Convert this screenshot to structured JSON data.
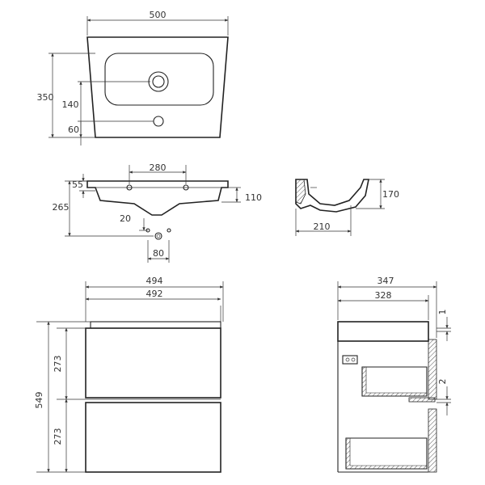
{
  "dimensions": {
    "basin_width": "500",
    "basin_depth": "350",
    "tap_to_back": "140",
    "waste_to_back": "60",
    "hole_spacing": "280",
    "top_thickness": "55",
    "bowl_depth": "110",
    "overall_height": "265",
    "waste_offset": "20",
    "waste_width": "80",
    "side_height": "170",
    "side_depth": "210",
    "cabinet_outer_width": "494",
    "cabinet_inner_width": "492",
    "cabinet_height": "549",
    "drawer_upper": "273",
    "drawer_lower": "273",
    "cabinet_depth_outer": "347",
    "cabinet_depth_inner": "328",
    "gap_top": "1",
    "gap_middle": "2"
  },
  "colors": {
    "line": "#222222",
    "hatch": "#555555"
  }
}
